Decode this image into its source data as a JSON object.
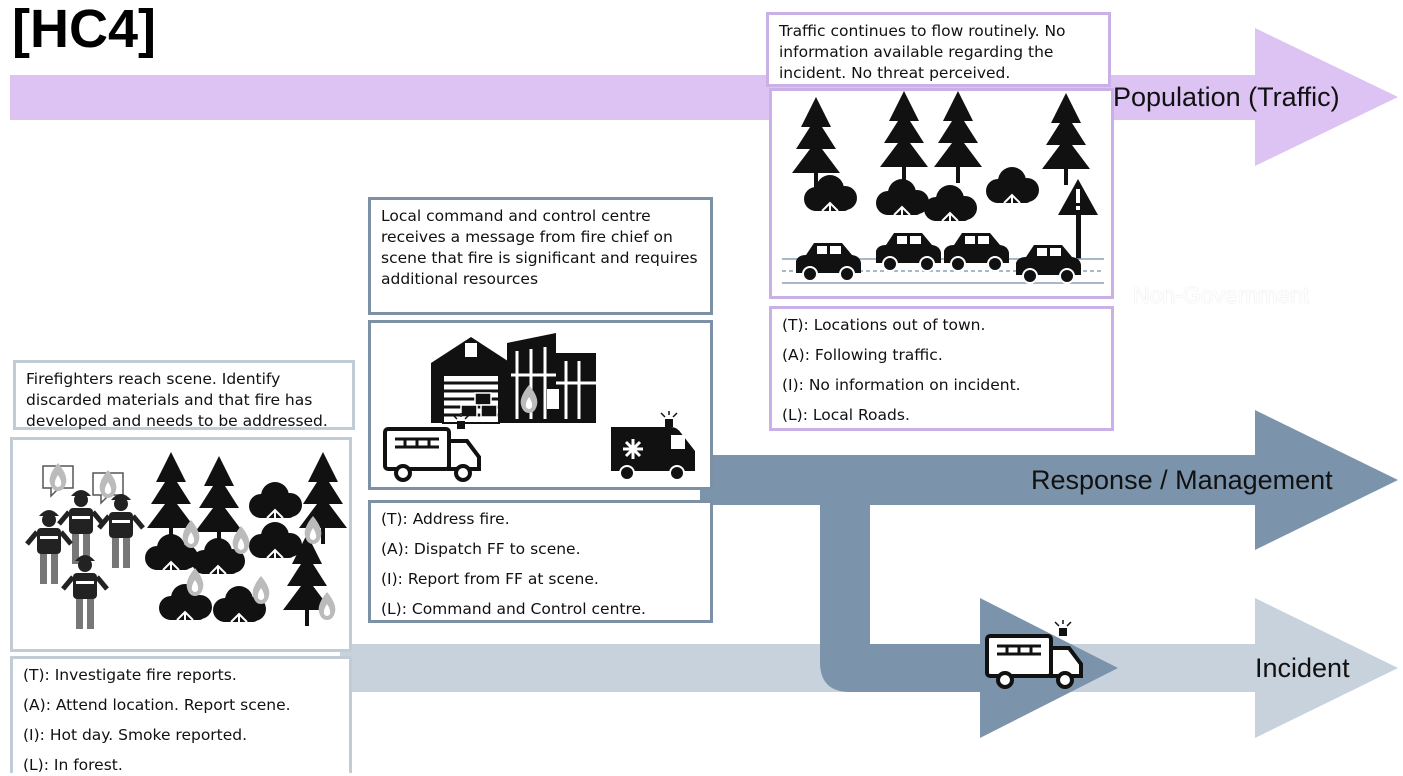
{
  "title": "[HC4]",
  "lanes": {
    "population": "Population (Traffic)",
    "response": "Response / Management",
    "incident": "Incident",
    "non_government": "Non-Government"
  },
  "colors": {
    "population_arrow": "#dcc3f3",
    "response_arrow": "#7b94ab",
    "incident_arrow": "#c7d2dd",
    "box_border_purple": "#c9b1e8",
    "box_border_blue": "#7d91a6"
  },
  "stage1": {
    "description": "Firefighters reach scene. Identify discarded materials and that fire has developed and needs to be addressed.",
    "t": "(T): Investigate fire reports.",
    "a": "(A): Attend location. Report scene.",
    "i": "(I):  Hot day. Smoke reported.",
    "l": "(L):  In forest."
  },
  "stage2": {
    "description": "Local command and control centre receives a message from fire chief on scene that fire is significant and requires additional resources",
    "t": "(T): Address fire.",
    "a": "(A): Dispatch FF to scene.",
    "i": "(I): Report from FF at scene.",
    "l": "(L): Command and Control centre."
  },
  "stage3": {
    "description": "Traffic continues to flow routinely. No information available regarding the incident. No threat perceived.",
    "t": "(T): Locations out of town.",
    "a": "(A): Following traffic.",
    "i": "(I): No information on incident.",
    "l": "(L): Local Roads."
  },
  "icons": {
    "stage1_picture": [
      "firefighter-icon",
      "speech-bubble-fire-icon",
      "pine-tree-icon",
      "bush-icon",
      "flame-icon"
    ],
    "stage2_picture": [
      "fire-station-icon",
      "fire-truck-icon",
      "ambulance-icon"
    ],
    "stage3_picture": [
      "pine-tree-icon",
      "bush-icon",
      "warning-sign-icon",
      "car-icon"
    ],
    "incident_lane": [
      "fire-truck-icon"
    ]
  }
}
